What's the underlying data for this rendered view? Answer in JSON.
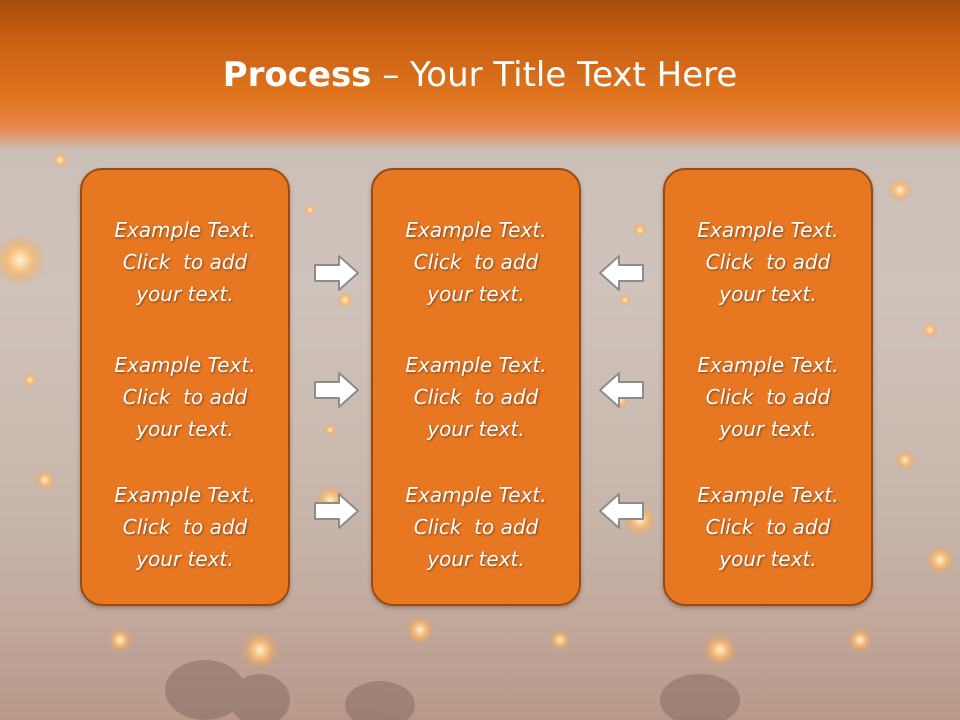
{
  "title": {
    "bold": "Process",
    "rest": " – Your Title Text Here"
  },
  "columns": [
    {
      "items": [
        {
          "line1": "Example Text.",
          "line2": "Click  to add",
          "line3": "your text."
        },
        {
          "line1": "Example Text.",
          "line2": "Click  to add",
          "line3": "your text."
        },
        {
          "line1": "Example Text.",
          "line2": "Click  to add",
          "line3": "your text."
        }
      ]
    },
    {
      "items": [
        {
          "line1": "Example Text.",
          "line2": "Click  to add",
          "line3": "your text."
        },
        {
          "line1": "Example Text.",
          "line2": "Click  to add",
          "line3": "your text."
        },
        {
          "line1": "Example Text.",
          "line2": "Click  to add",
          "line3": "your text."
        }
      ]
    },
    {
      "items": [
        {
          "line1": "Example Text.",
          "line2": "Click  to add",
          "line3": "your text."
        },
        {
          "line1": "Example Text.",
          "line2": "Click  to add",
          "line3": "your text."
        },
        {
          "line1": "Example Text.",
          "line2": "Click  to add",
          "line3": "your text."
        }
      ]
    }
  ],
  "arrows": {
    "left_column": "right-arrow-icon",
    "right_column": "left-arrow-icon"
  },
  "colors": {
    "header": "#d96a1a",
    "box_fill": "#e87722",
    "box_border": "#9a4a10",
    "background": "#cbbfb8"
  }
}
